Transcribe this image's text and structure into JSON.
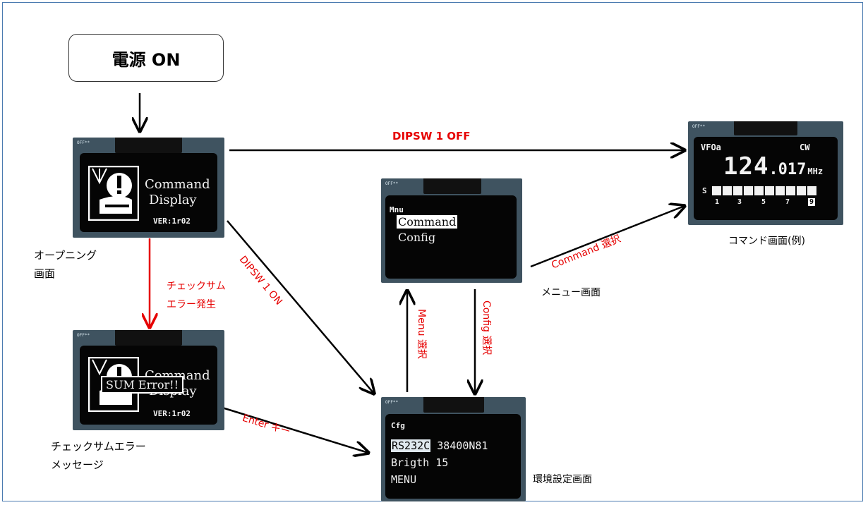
{
  "start": {
    "label": "電源 ON"
  },
  "screens": {
    "opening": {
      "header": "OFF**",
      "title_line1": "Command",
      "title_line2": "Display",
      "version": "VER:1r02",
      "caption_line1": "オープニング",
      "caption_line2": "画面"
    },
    "error": {
      "header": "OFF**",
      "title_line1": "Command",
      "title_line2": "Display",
      "message": "SUM Error!!",
      "version": "VER:1r02",
      "caption_line1": "チェックサムエラー",
      "caption_line2": "メッセージ"
    },
    "menu": {
      "header": "OFF**",
      "title": "Mnu",
      "item1": "Command",
      "item2": "Config",
      "caption": "メニュー画面"
    },
    "config": {
      "header": "OFF**",
      "title": "Cfg",
      "row1_key": "RS232C",
      "row1_val": "38400N81",
      "row2_key": "Brigth",
      "row2_val": "15",
      "row3": "MENU",
      "caption": "環境設定画面"
    },
    "command": {
      "header": "OFF**",
      "vfo": "VFOa",
      "mode": "CW",
      "freq_main": "124",
      "freq_dot": ".",
      "freq_sub": "017",
      "unit": "MHz",
      "s_label": "S",
      "scale": [
        "1",
        "3",
        "5",
        "7",
        "9"
      ],
      "caption": "コマンド画面(例)"
    }
  },
  "edges": {
    "dipsw_off": "DIPSW 1 OFF",
    "dipsw_on": "DIPSW 1 ON",
    "checksum_line1": "チェックサム",
    "checksum_line2": "エラー発生",
    "enter": "Enter キー",
    "menu_select": "Menu 選択",
    "config_select": "Config 選択",
    "command_select": "Command 選択"
  },
  "colors": {
    "accent_red": "#e60000",
    "frame_blue": "#4a7ab0",
    "module_bg": "#3f5360"
  }
}
